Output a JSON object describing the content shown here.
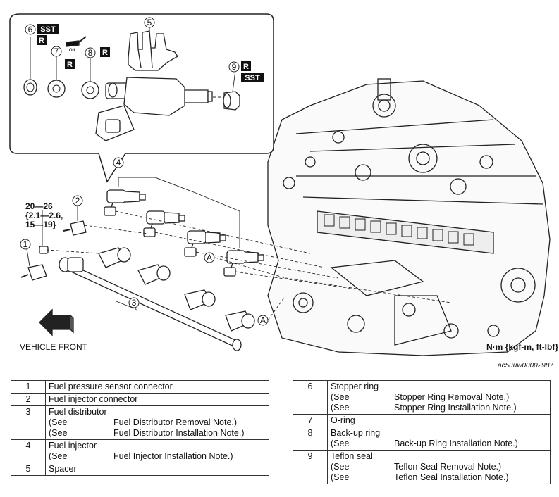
{
  "diagram": {
    "callouts": {
      "c1": "1",
      "c2": "2",
      "c3": "3",
      "c4": "4",
      "c5": "5",
      "c6": "6",
      "c7": "7",
      "c8": "8",
      "c9": "9"
    },
    "badges": {
      "sst": "SST",
      "r": "R",
      "oil": "OIL"
    },
    "connector_a": "A",
    "torque": {
      "line1": "20—26",
      "line2": "{2.1—2.6,",
      "line3": "15—19}"
    },
    "vehicle_front": "VEHICLE FRONT",
    "units": "N·m {kgf-m, ft-lbf}",
    "figure_ref": "ac5uuw00002987"
  },
  "table_left": [
    {
      "num": "1",
      "name": "Fuel pressure sensor connector",
      "notes": []
    },
    {
      "num": "2",
      "name": "Fuel injector connector",
      "notes": []
    },
    {
      "num": "3",
      "name": "Fuel distributor",
      "notes": [
        {
          "prefix": "(See",
          "text": "Fuel Distributor Removal Note.)"
        },
        {
          "prefix": "(See",
          "text": "Fuel Distributor Installation Note.)"
        }
      ]
    },
    {
      "num": "4",
      "name": "Fuel injector",
      "notes": [
        {
          "prefix": "(See",
          "text": "Fuel Injector Installation Note.)"
        }
      ]
    },
    {
      "num": "5",
      "name": "Spacer",
      "notes": []
    }
  ],
  "table_right": [
    {
      "num": "6",
      "name": "Stopper ring",
      "notes": [
        {
          "prefix": "(See",
          "text": "Stopper Ring Removal Note.)"
        },
        {
          "prefix": "(See",
          "text": "Stopper Ring Installation Note.)"
        }
      ]
    },
    {
      "num": "7",
      "name": "O-ring",
      "notes": []
    },
    {
      "num": "8",
      "name": "Back-up ring",
      "notes": [
        {
          "prefix": "(See",
          "text": "Back-up Ring Installation Note.)"
        }
      ]
    },
    {
      "num": "9",
      "name": "Teflon seal",
      "notes": [
        {
          "prefix": "(See",
          "text": "Teflon Seal Removal Note.)"
        },
        {
          "prefix": "(See",
          "text": "Teflon Seal Installation Note.)"
        }
      ]
    }
  ]
}
